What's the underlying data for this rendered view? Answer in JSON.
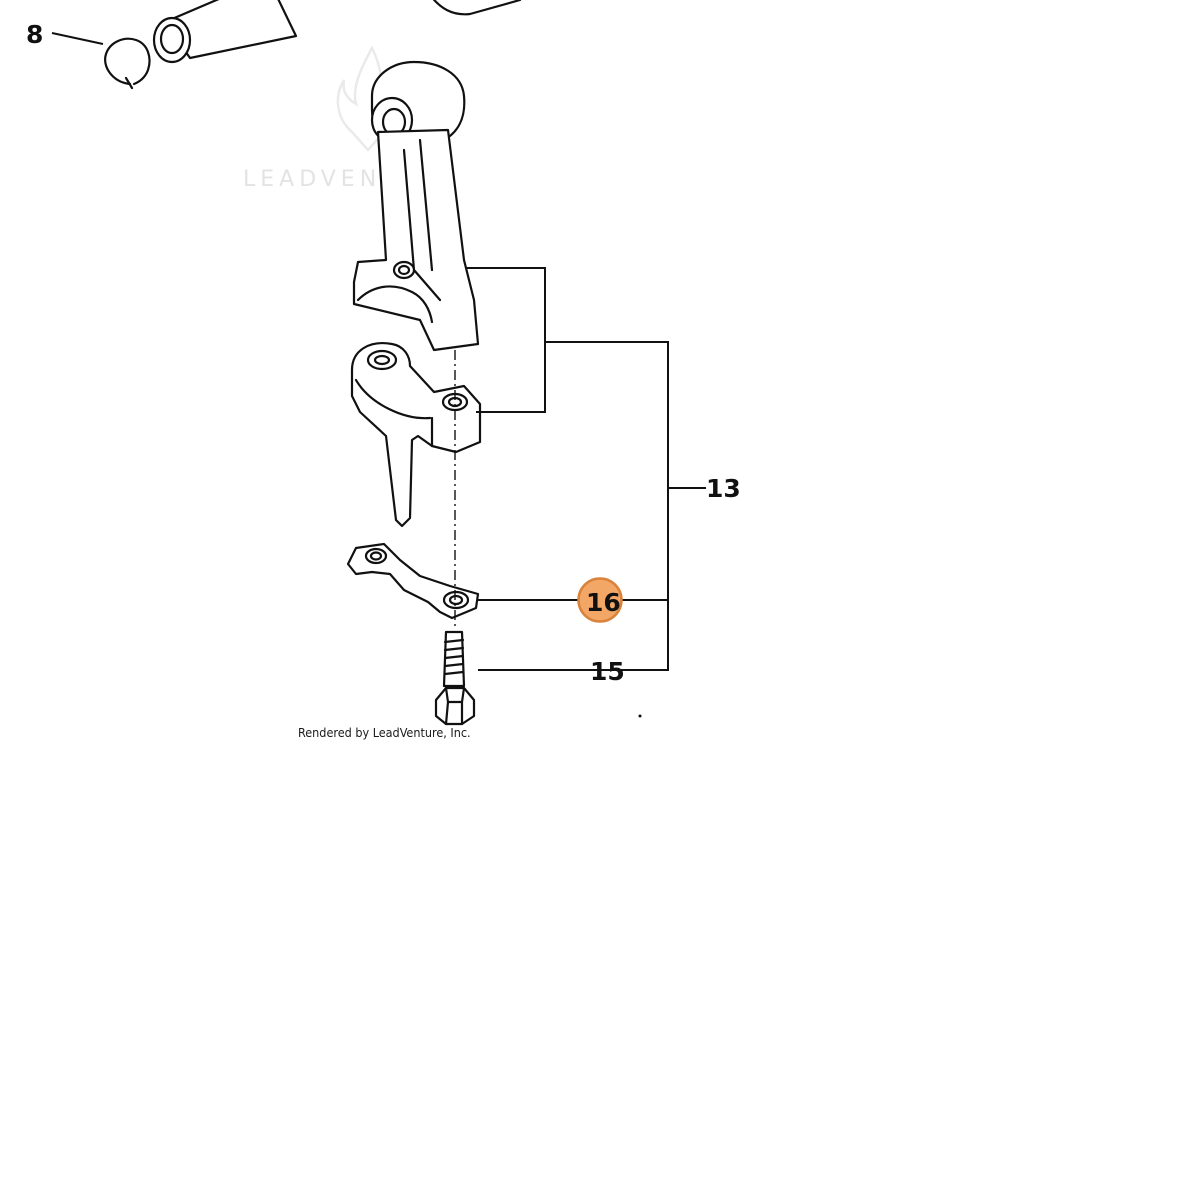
{
  "diagram": {
    "callouts": {
      "c8": "8",
      "c13": "13",
      "c15": "15",
      "c16": "16"
    },
    "highlight": {
      "label": "16",
      "color": "#f2a766",
      "border_color": "#d9823a"
    },
    "watermark": {
      "text": "LEADVENTURE",
      "color": "#e3e3e3"
    },
    "credit": "Rendered by LeadVenture, Inc."
  }
}
